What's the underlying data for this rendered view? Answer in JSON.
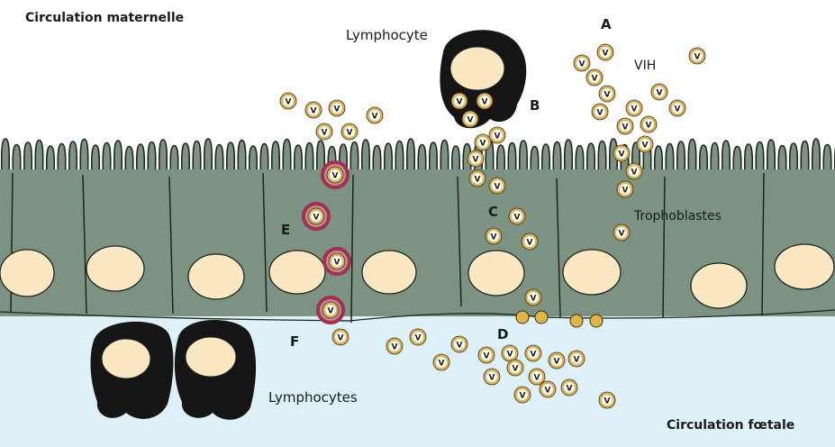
{
  "labels": {
    "maternal": "Circulation maternelle",
    "fetal": "Circulation fœtale",
    "lymphocyte": "Lymphocyte",
    "lymphocytes": "Lymphocytes",
    "virus": "VIH",
    "trophoblasts": "Trophoblastes"
  },
  "pathways": {
    "A": "A",
    "B": "B",
    "C": "C",
    "D": "D",
    "E": "E",
    "F": "F"
  },
  "virus_symbol": "V",
  "colors": {
    "maternal_bg": "#ffffff",
    "fetal_bg": "#dff1f8",
    "cell_fill": "#7c9282",
    "cell_stroke": "#1e261f",
    "nucleus": "#fbe8c2",
    "lymphocyte": "#151515",
    "virus_ring": "#d7b35f",
    "virus_core": "#fffdf3",
    "vacuole": "#a1324d",
    "budding": "#e0b64a"
  }
}
